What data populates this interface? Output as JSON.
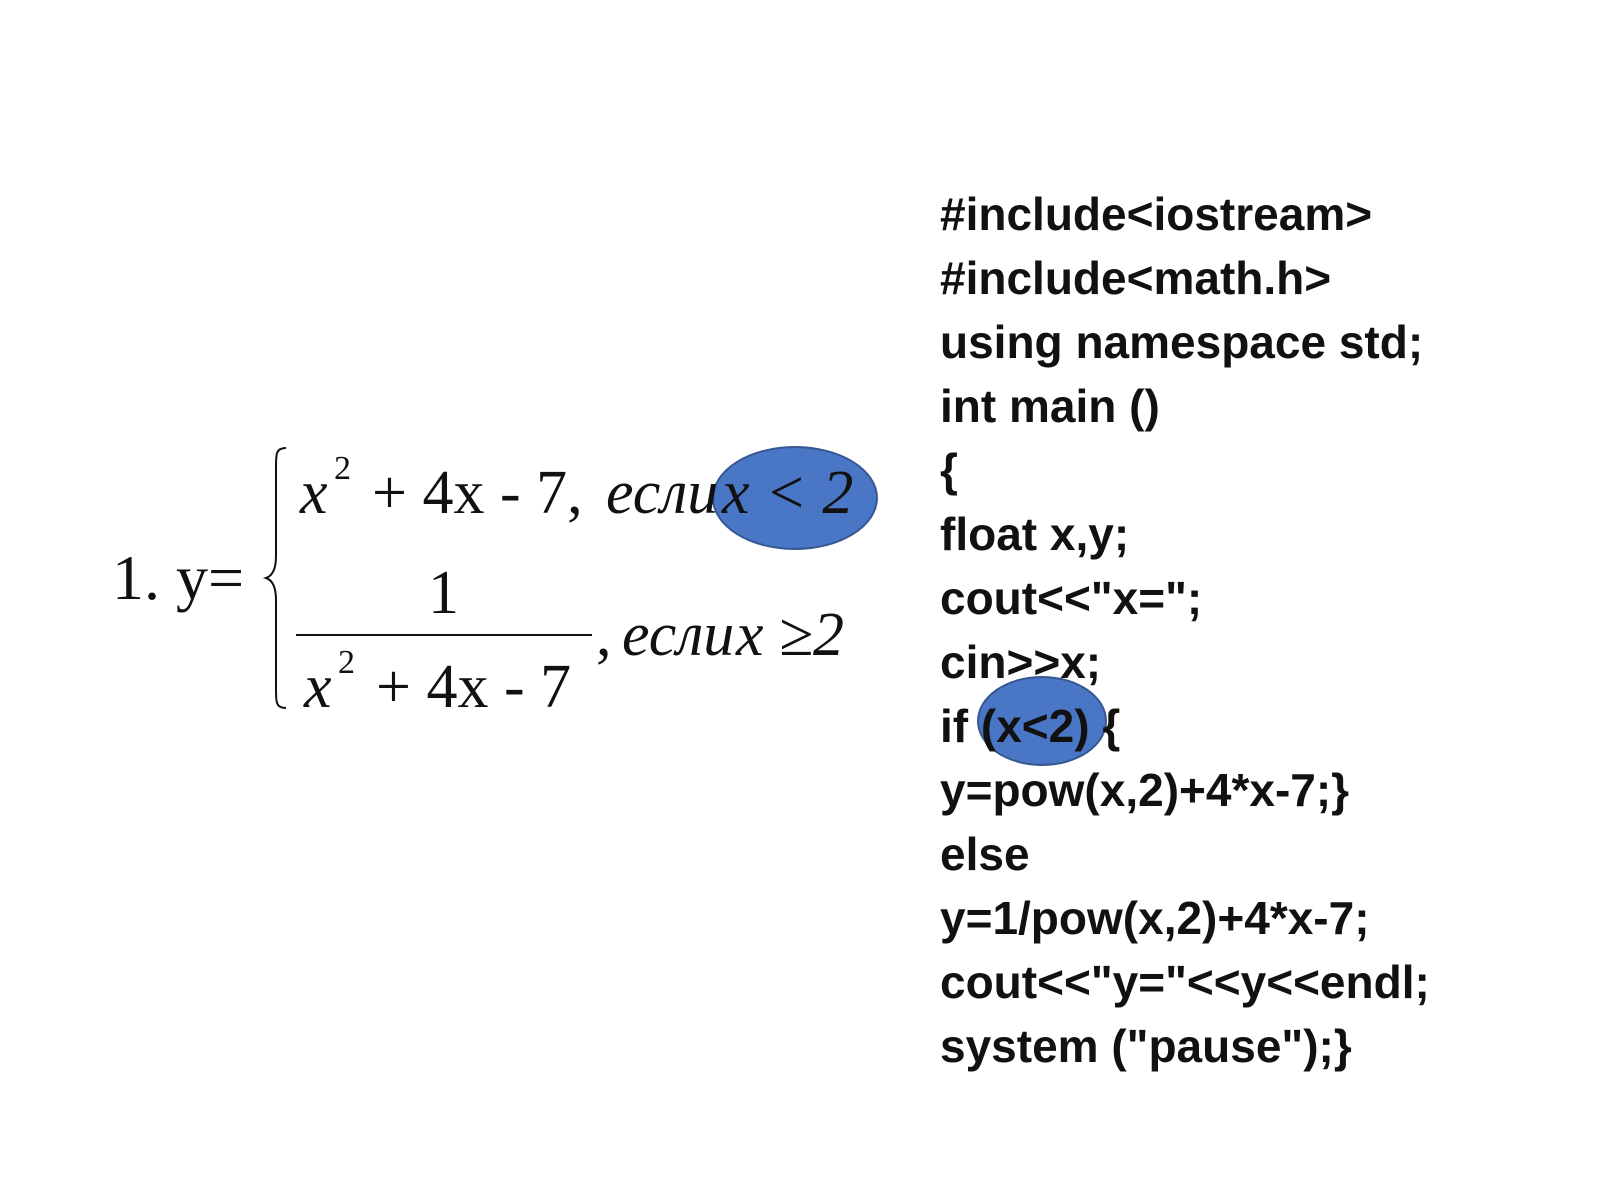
{
  "formula": {
    "label": "1. y=",
    "case1": {
      "base": "x",
      "exp": "2",
      "rest": "+ 4x - 7,",
      "word": "если",
      "condition": "x < 2"
    },
    "case2": {
      "numerator": "1",
      "den_base": "x",
      "den_exp": "2",
      "den_rest": "+ 4x - 7",
      "comma": ",",
      "word": "если",
      "condition": "x ≥2"
    }
  },
  "code": {
    "lines": [
      "#include<iostream>",
      "#include<math.h>",
      "using namespace std;",
      "int main ()",
      "{",
      "float x,y;",
      "cout<<\"x=\";",
      "cin>>x;",
      "if (x<2) {",
      "y=pow(x,2)+4*x-7;}",
      "else",
      "y=1/pow(x,2)+4*x-7;",
      "cout<<\"y=\"<<y<<endl;",
      "system (\"pause\");}"
    ]
  },
  "colors": {
    "highlight_fill": "#4472c4",
    "highlight_border": "#2f528f",
    "text": "#111111",
    "background": "#ffffff"
  }
}
